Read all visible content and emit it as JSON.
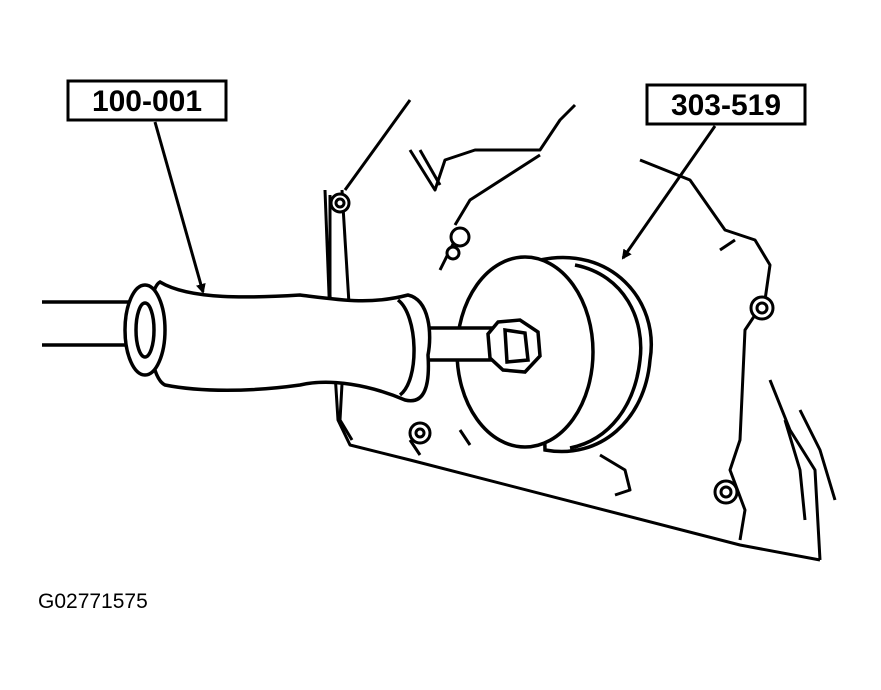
{
  "callouts": {
    "slide_hammer": "100-001",
    "seal_remover": "303-519"
  },
  "figure_id": "G02771575",
  "colors": {
    "line": "#000000",
    "background": "#ffffff"
  }
}
